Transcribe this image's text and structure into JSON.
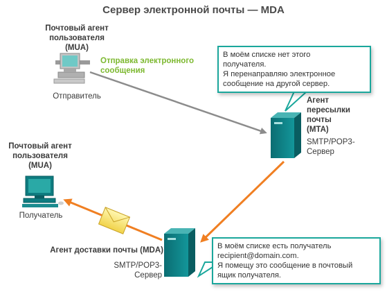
{
  "title": "Сервер электронной почты — MDA",
  "sender": {
    "heading_lines": [
      "Почтовый агент",
      "пользователя",
      "(MUA)"
    ],
    "caption": "Отправитель"
  },
  "send_label_lines": [
    "Отправка электронного",
    "сообщения"
  ],
  "mta": {
    "heading_lines": [
      "Агент",
      "пересылки",
      "почты",
      "(MTA)"
    ],
    "sub_lines": [
      "SMTP/POP3-",
      "Сервер"
    ]
  },
  "mta_bubble": {
    "lines": [
      "В моём списке нет этого",
      "получателя.",
      "Я перенаправляю электронное",
      "сообщение на другой сервер."
    ]
  },
  "receiver": {
    "heading_lines": [
      "Почтовый агент",
      "пользователя",
      "(MUA)"
    ],
    "caption": "Получатель"
  },
  "mda": {
    "heading": "Агент доставки почты (MDA)",
    "sub_lines": [
      "SMTP/POP3-",
      "Сервер"
    ]
  },
  "mda_bubble": {
    "lines": [
      "В моём списке есть получатель",
      "recipient@domain.com.",
      "Я помещу это сообщение в почтовый",
      "ящик получателя."
    ]
  },
  "colors": {
    "teal": "#1aa79c",
    "server": "#0e7c80",
    "gray_arrow": "#8c8c8c",
    "orange_arrow": "#f07f22",
    "green_text": "#7cb82f",
    "computer_gray": "#b8b8b8"
  }
}
